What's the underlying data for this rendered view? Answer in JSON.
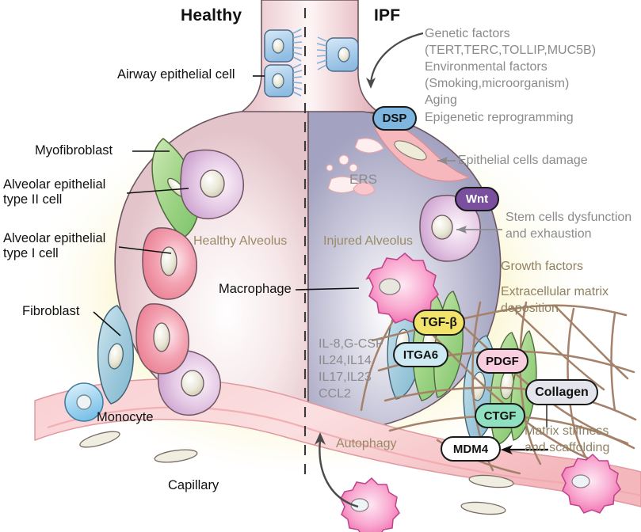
{
  "figure": {
    "type": "biomedical-schematic",
    "title_left": "Healthy",
    "title_right": "IPF",
    "description": "Comparison of healthy alveolus versus injured alveolus in idiopathic pulmonary fibrosis"
  },
  "headings": {
    "healthy": "Healthy",
    "ipf": "IPF"
  },
  "left_labels": [
    {
      "text": "Airway epithelial cell"
    },
    {
      "text": "Myofibroblast"
    },
    {
      "text": "Alveolar epithelial\ntype II cell"
    },
    {
      "text": "Alveolar epithelial\ntype I cell"
    },
    {
      "text": "Fibroblast"
    },
    {
      "text": "Macrophage"
    },
    {
      "text": "Monocyte"
    },
    {
      "text": "Capillary"
    }
  ],
  "center_labels": {
    "healthy_alveolus": "Healthy Alveolus",
    "injured_alveolus": "Injured Alveolus",
    "ers": "ERS",
    "autophagy": "Autophagy"
  },
  "cytokines": {
    "lines": [
      "IL-8,G-CSF",
      "IL24,IL14",
      "IL17,IL23",
      "CCL2"
    ]
  },
  "risk_factors": {
    "lines": [
      "Genetic factors",
      "(TERT,TERC,TOLLIP,MUC5B)",
      "Environmental factors",
      "(Smoking,microorganism)",
      "Aging",
      "Epigenetic reprogramming"
    ]
  },
  "right_labels": [
    {
      "text": "Epithelial cells damage"
    },
    {
      "text": "Stem cells dysfunction\nand exhaustion"
    },
    {
      "text": "Growth factors"
    },
    {
      "text": "Extracellular matrix\ndeposition"
    },
    {
      "text": "Matrix stiffness\nand scaffolding"
    }
  ],
  "badges": [
    {
      "label": "DSP",
      "fill": "#7fb6e0",
      "text_color": "#111111"
    },
    {
      "label": "Wnt",
      "fill": "#7a509e",
      "text_color": "#ffffff"
    },
    {
      "label": "TGF-β",
      "fill": "#f2e46a",
      "text_color": "#111111"
    },
    {
      "label": "ITGA6",
      "fill": "#cdeaf2",
      "text_color": "#111111"
    },
    {
      "label": "PDGF",
      "fill": "#f9cede",
      "text_color": "#111111"
    },
    {
      "label": "CTGF",
      "fill": "#8fe0c0",
      "text_color": "#111111"
    },
    {
      "label": "Collagen",
      "fill": "#e4e4ec",
      "text_color": "#111111"
    },
    {
      "label": "MDM4",
      "fill": "#ffffff",
      "text_color": "#111111"
    }
  ],
  "colors": {
    "healthy_sac": "#e9cfd4",
    "injured_sac": "#a9a8c4",
    "capillary": "#f7c3c6",
    "halo": "#f7ec9f",
    "myofibroblast": "#a8d88c",
    "fibroblast": "#9cc8d8",
    "at2_cell": "#dbb8dd",
    "at1_cell": "#f2919f",
    "macrophage": "#f48cc0",
    "airway_cell": "#a9cdec",
    "collagen_fiber": "#a5816a",
    "outline": "#4b3b42"
  }
}
